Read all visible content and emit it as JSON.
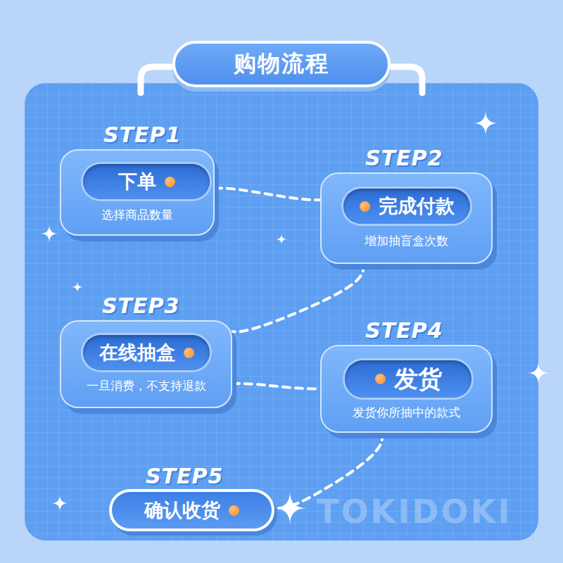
{
  "diagram": {
    "title": "购物流程",
    "nodes": [
      {
        "text": [
          "STEP1",
          "选择商品数量"
        ]
      },
      {
        "text": [
          "下单"
        ],
        "in": 0
      },
      {
        "text": [
          "STEP2",
          "增加抽盲盒次数"
        ]
      },
      {
        "text": [
          "完成付款"
        ],
        "in": 2
      },
      {
        "text": [
          "STEP3",
          "一旦消费，不支持退款"
        ]
      },
      {
        "text": [
          "在线抽盒"
        ],
        "in": 4
      },
      {
        "text": [
          "STEP4",
          "发货你所抽中的款式"
        ]
      },
      {
        "text": [
          "发货"
        ],
        "in": 6
      },
      {
        "text": [
          "STEP5",
          "确认收货"
        ]
      }
    ],
    "edges": [
      {
        "from": 0,
        "to": 2,
        "arrow": "none"
      },
      {
        "from": 2,
        "to": 4,
        "arrow": "none"
      },
      {
        "from": 4,
        "to": 6,
        "arrow": "none"
      },
      {
        "from": 6,
        "to": 8,
        "arrow": "none"
      }
    ],
    "labels": [
      "TOKIDOKI"
    ]
  }
}
